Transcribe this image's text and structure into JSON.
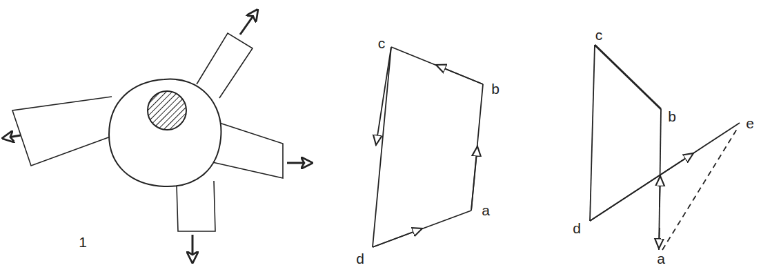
{
  "diagram": {
    "labels": [
      "1",
      "c",
      "b",
      "a",
      "d",
      "c",
      "b",
      "e",
      "d",
      "a"
    ]
  }
}
